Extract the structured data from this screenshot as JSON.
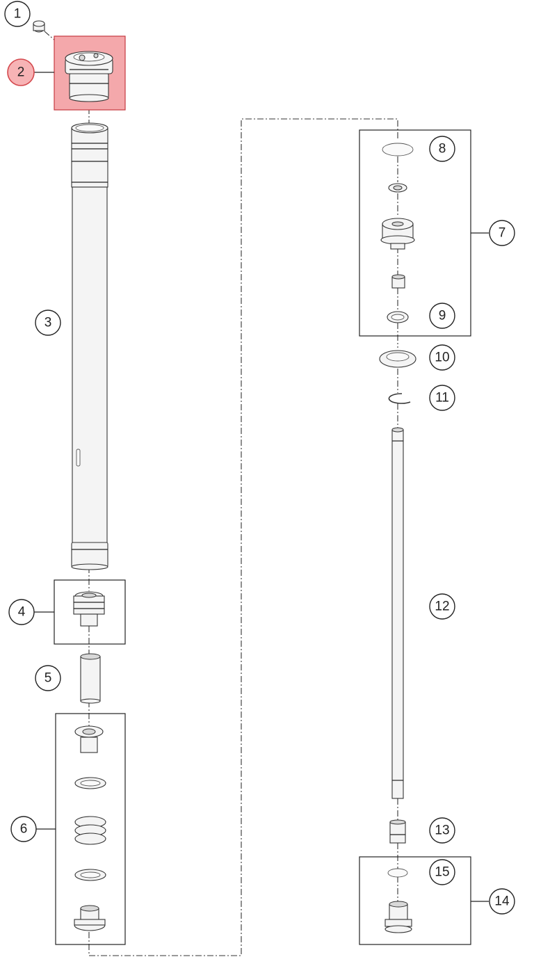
{
  "diagram": {
    "highlight_color": "#f4a8ab",
    "highlighted_item": "2",
    "callouts": [
      {
        "id": "c1",
        "label": "1"
      },
      {
        "id": "c2",
        "label": "2"
      },
      {
        "id": "c3",
        "label": "3"
      },
      {
        "id": "c4",
        "label": "4"
      },
      {
        "id": "c5",
        "label": "5"
      },
      {
        "id": "c6",
        "label": "6"
      },
      {
        "id": "c7",
        "label": "7"
      },
      {
        "id": "c8",
        "label": "8"
      },
      {
        "id": "c9",
        "label": "9"
      },
      {
        "id": "c10",
        "label": "10"
      },
      {
        "id": "c11",
        "label": "11"
      },
      {
        "id": "c12",
        "label": "12"
      },
      {
        "id": "c13",
        "label": "13"
      },
      {
        "id": "c14",
        "label": "14"
      },
      {
        "id": "c15",
        "label": "15"
      }
    ]
  }
}
